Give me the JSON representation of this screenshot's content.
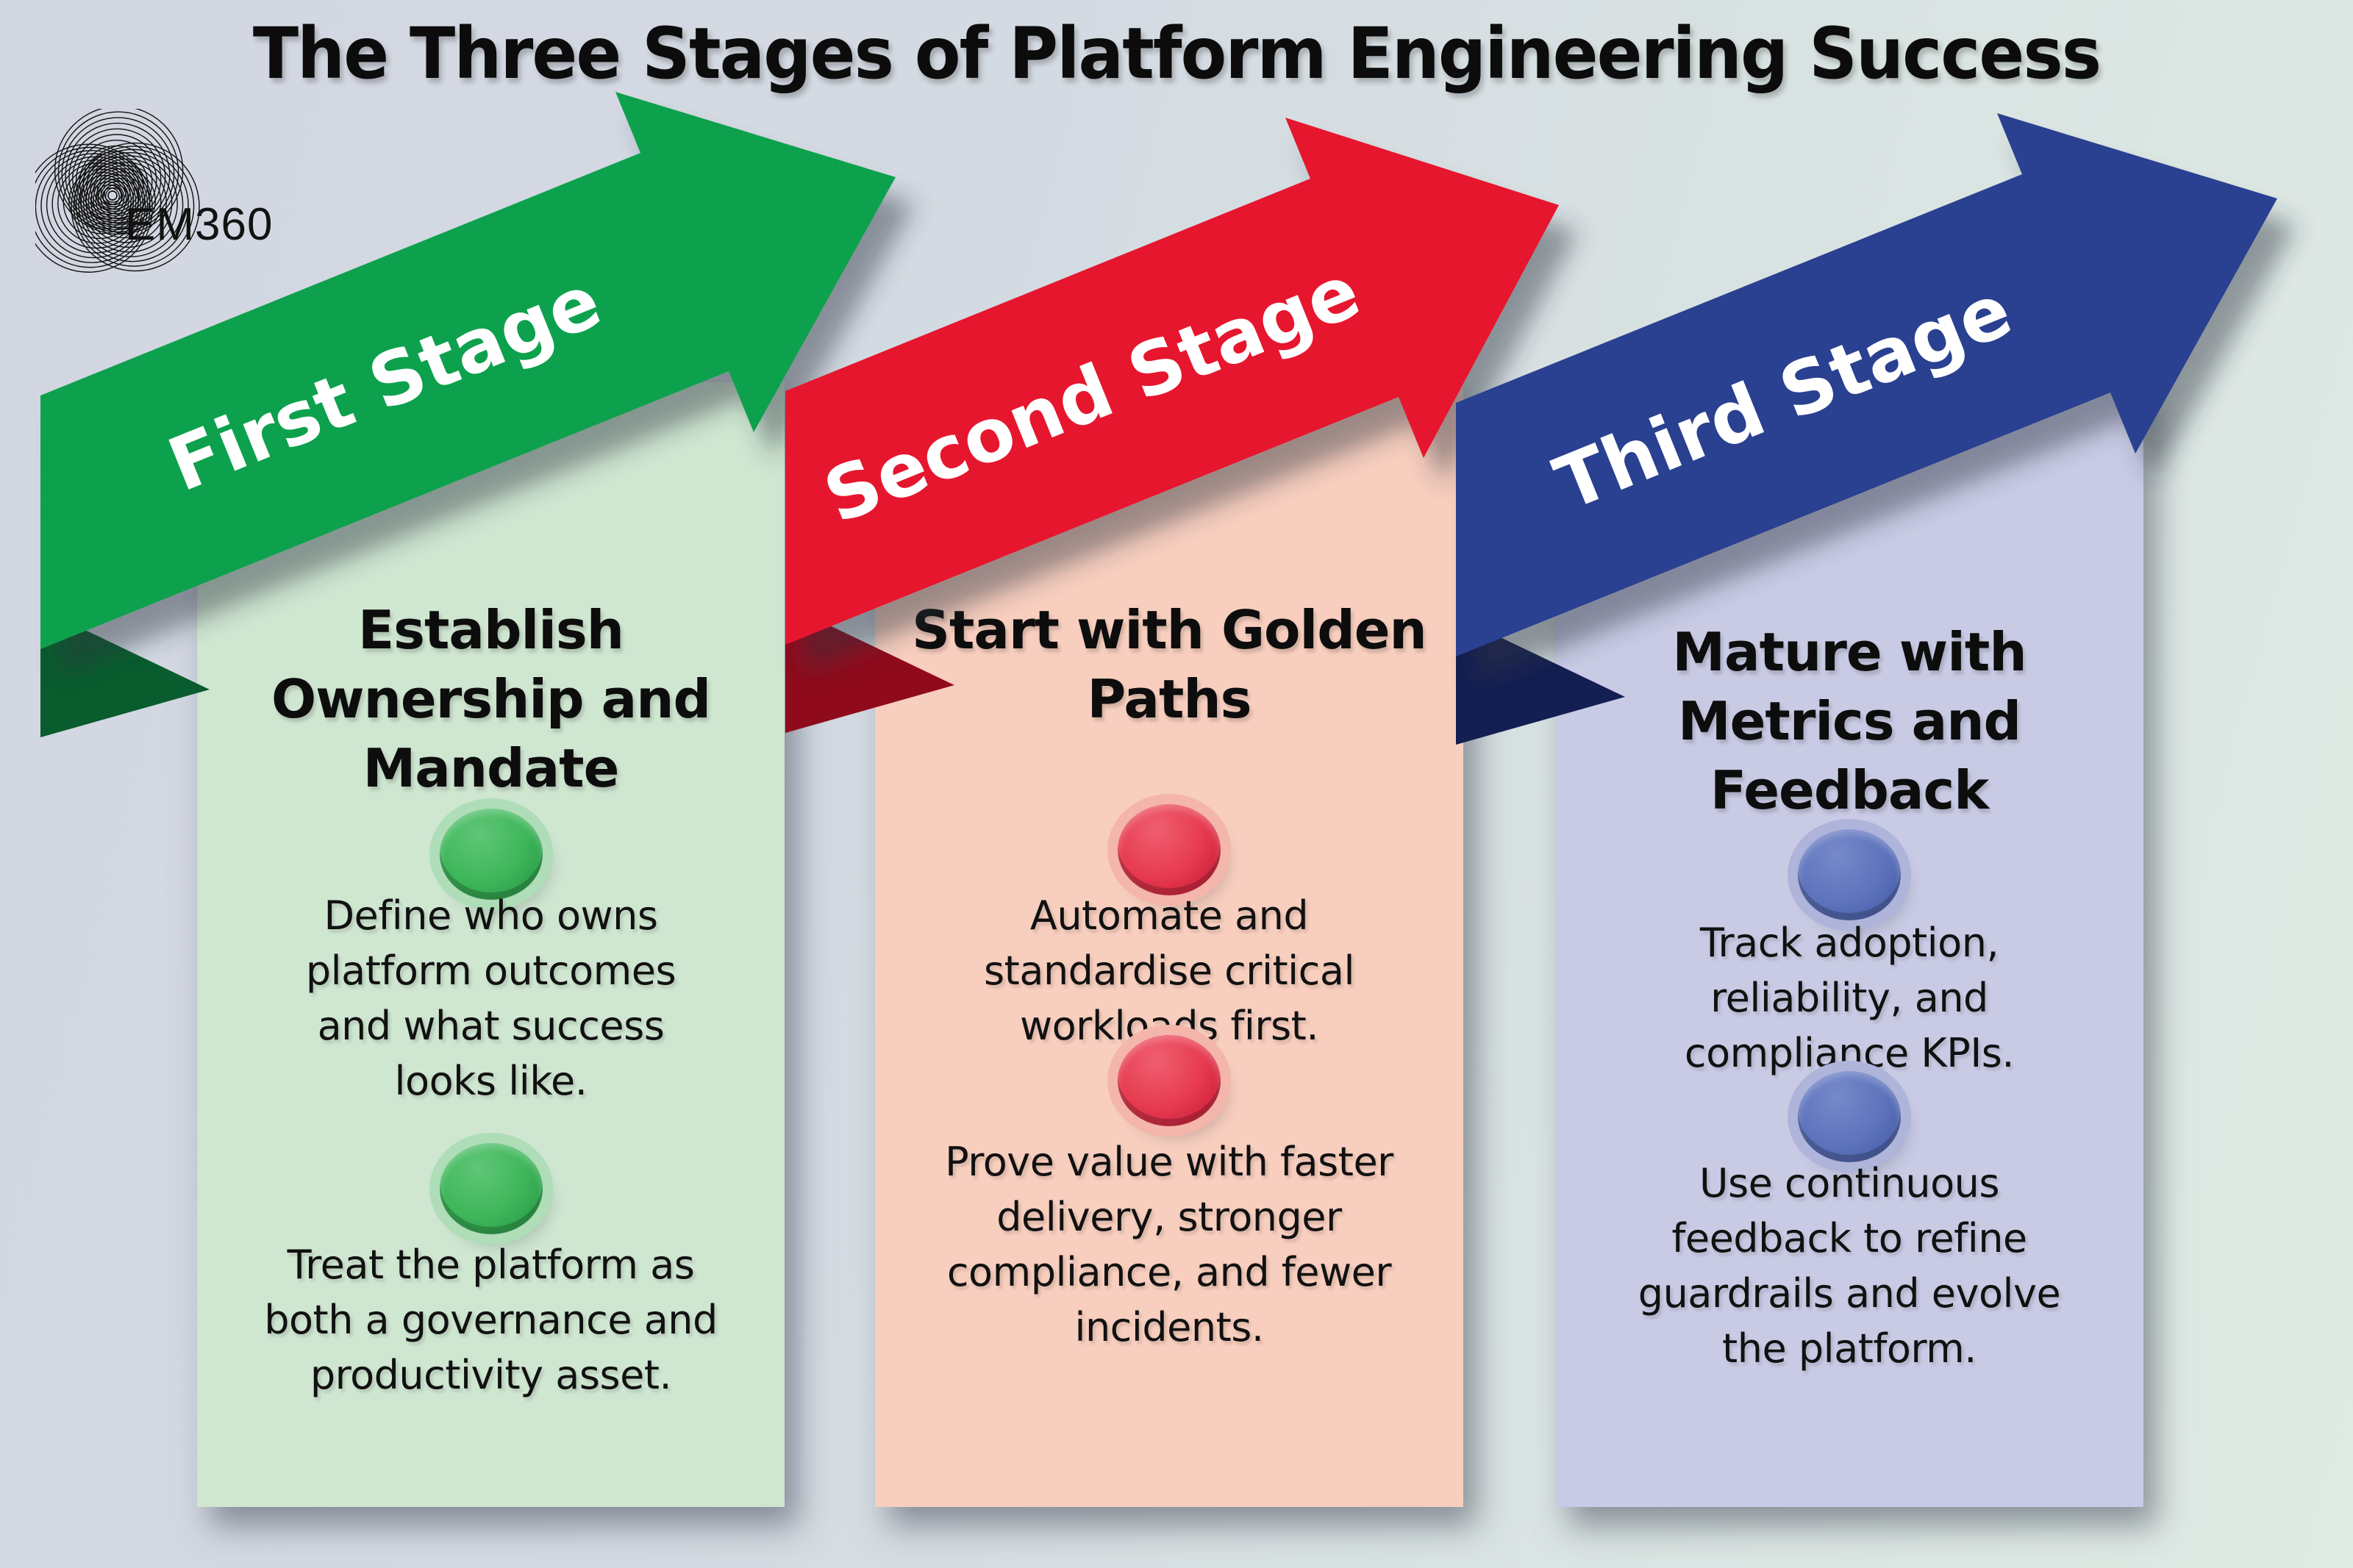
{
  "page": {
    "title": "The Three Stages of Platform Engineering Success"
  },
  "logo": {
    "text": "EM360"
  },
  "stages": [
    {
      "arrow_label": "First Stage",
      "panel_title": [
        "Establish",
        "Ownership and",
        "Mandate"
      ],
      "items": [
        {
          "lines": [
            "Define who owns",
            "platform outcomes",
            "and what success",
            "looks like."
          ]
        },
        {
          "lines": [
            "Treat the platform as",
            "both a governance and",
            "productivity asset."
          ]
        }
      ],
      "colors": {
        "arrow": "#10a14e",
        "fold": "#085c2d",
        "panel": "#cfe6d1",
        "bullet": "#3eb65a",
        "bullet_hi": "#5fc677",
        "bullet_dark": "#1e8e3f",
        "bullet_ring": "#aeddb8"
      }
    },
    {
      "arrow_label": "Second Stage",
      "panel_title": [
        "Start with Golden",
        "Paths"
      ],
      "items": [
        {
          "lines": [
            "Automate and",
            "standardise critical",
            "workloads first."
          ]
        },
        {
          "lines": [
            "Prove value with faster",
            "delivery, stronger",
            "compliance, and fewer",
            "incidents."
          ]
        }
      ],
      "colors": {
        "arrow": "#e6182e",
        "fold": "#8f0b1c",
        "panel": "#f8cebe",
        "bullet": "#e73a50",
        "bullet_hi": "#ef5f6f",
        "bullet_dark": "#bd1331",
        "bullet_ring": "#f4b5aa"
      }
    },
    {
      "arrow_label": "Third Stage",
      "panel_title": [
        "Mature with",
        "Metrics and",
        "Feedback"
      ],
      "items": [
        {
          "lines": [
            "Track adoption,",
            "reliability, and",
            "compliance KPIs."
          ]
        },
        {
          "lines": [
            "Use continuous",
            "feedback to refine",
            "guardrails and evolve",
            "the platform."
          ]
        }
      ],
      "colors": {
        "arrow": "#2c3f90",
        "fold": "#131e52",
        "panel": "#c9cbe5",
        "bullet": "#5d73bc",
        "bullet_hi": "#7689ca",
        "bullet_dark": "#3f559e",
        "bullet_ring": "#aeb4da"
      }
    }
  ]
}
